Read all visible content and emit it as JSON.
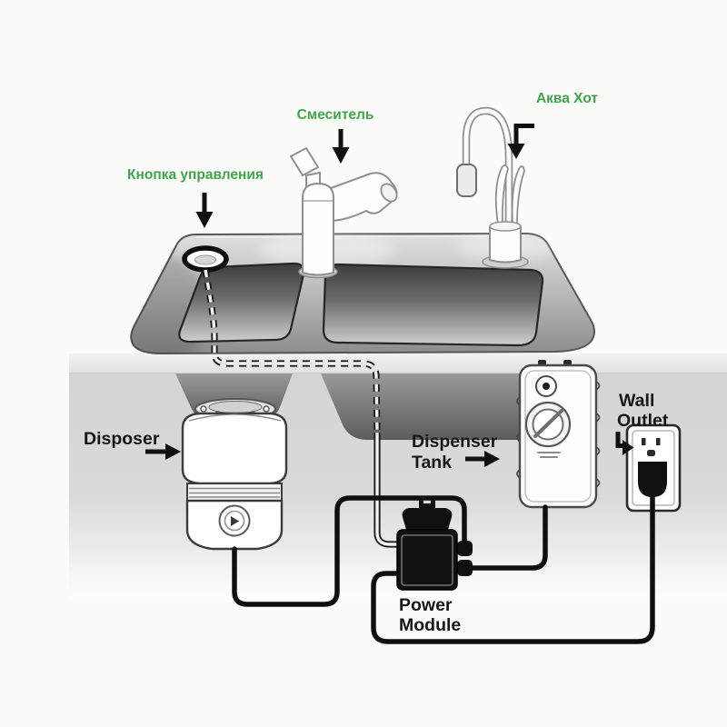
{
  "diagram": {
    "kind": "hot-water-dispenser-and-disposer-installation-diagram",
    "language": "ru-en",
    "labels": {
      "control_button": "Кнопка управления",
      "mixer": "Смеситель",
      "aqua_hot": "Аква Хот",
      "disposer": "Disposer",
      "dispenser": "Dispenser",
      "tank": "Tank",
      "wall": "Wall",
      "outlet": "Outlet",
      "power": "Power",
      "module": "Module"
    },
    "components": [
      {
        "id": "control-button",
        "label": "Кнопка управления",
        "label_color": "green",
        "pointer": "arrow-down"
      },
      {
        "id": "mixer-faucet",
        "label": "Смеситель",
        "label_color": "green",
        "pointer": "arrow-down"
      },
      {
        "id": "aqua-hot-faucet",
        "label": "Аква Хот",
        "label_color": "green",
        "pointer": "arrow-bent-down"
      },
      {
        "id": "sink",
        "label": "",
        "label_color": "",
        "pointer": ""
      },
      {
        "id": "disposer",
        "label": "Disposer",
        "label_color": "black",
        "pointer": "arrow-right"
      },
      {
        "id": "dispenser-tank",
        "label": "Dispenser Tank",
        "label_color": "black",
        "pointer": "arrow-right"
      },
      {
        "id": "wall-outlet",
        "label": "Wall Outlet",
        "label_color": "black",
        "pointer": "arrow-bent-right"
      },
      {
        "id": "power-module",
        "label": "Power Module",
        "label_color": "black",
        "pointer": "none"
      }
    ],
    "connections": [
      {
        "from": "control-button",
        "to": "power-module",
        "style": "dashed-air-tube"
      },
      {
        "from": "disposer",
        "to": "power-module",
        "style": "power-cord"
      },
      {
        "from": "dispenser-tank",
        "to": "power-module",
        "style": "power-cord"
      },
      {
        "from": "power-module",
        "to": "wall-outlet",
        "style": "power-cord"
      }
    ],
    "colors": {
      "label_green": "#3fa44b",
      "label_black": "#171717",
      "cord_black": "#0f0f0f",
      "background": "#fbfbfa",
      "under_counter_gray": "#d6d6d6",
      "sink_metal_dark": "#3f3f3f",
      "sink_metal_light": "#d9d9d9"
    }
  }
}
